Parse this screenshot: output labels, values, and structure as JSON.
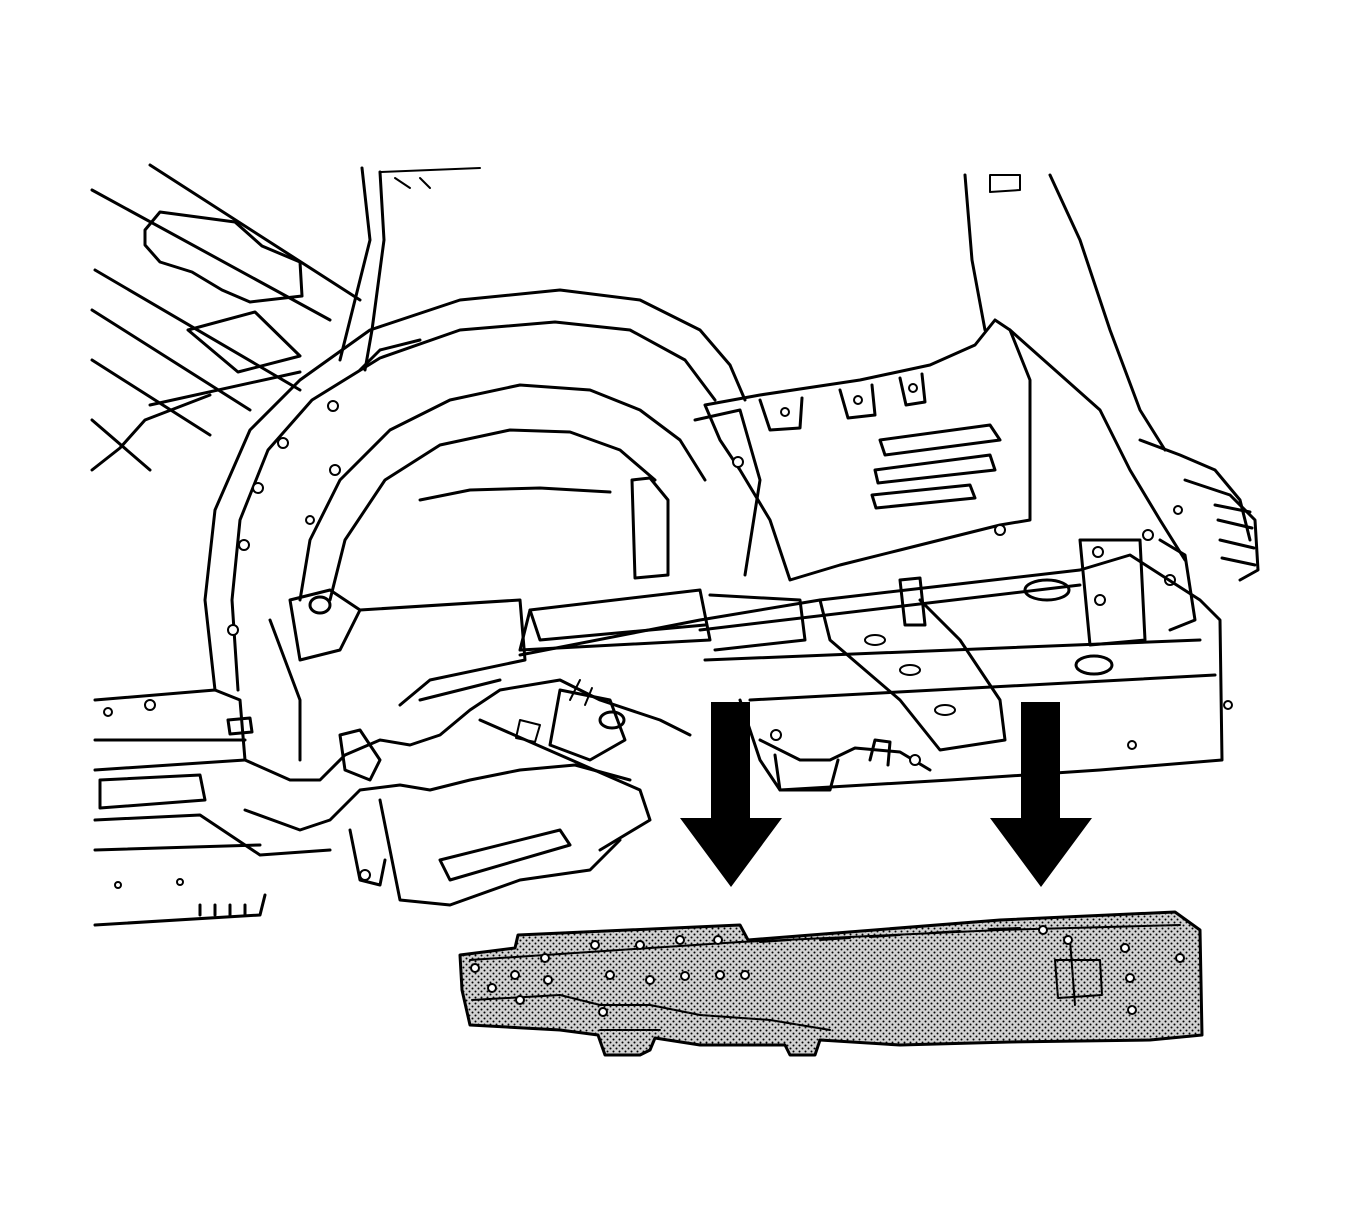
{
  "figure": {
    "kind": "line-drawing",
    "subject": "rear-underbody-with-removed-rail-section",
    "line_color": "#000000",
    "background_color": "#ffffff",
    "highlight_fill": "stippled-gray",
    "arrow_count": 2,
    "arrow_direction": "down"
  }
}
